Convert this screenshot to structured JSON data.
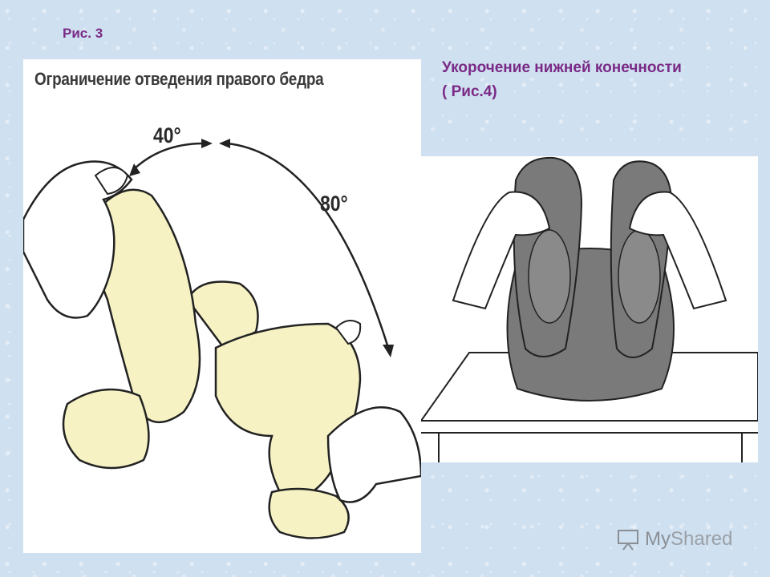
{
  "slide": {
    "fig3_label": "Рис. 3",
    "fig4_caption_line1": "Укорочение нижней конечности",
    "fig4_caption_line2": "( Рис.4)"
  },
  "figure3": {
    "title": "Ограничение отведения правого бедра",
    "angle_small": "40°",
    "angle_large": "80°"
  },
  "watermark": {
    "brand_a": "My",
    "brand_b": "Shared",
    "icon": "presentation-board-icon"
  },
  "colors": {
    "caption": "#7a2a86",
    "skin": "#f6f2c4",
    "shade": "#7a7a7a",
    "background": "#cfe0f0"
  }
}
